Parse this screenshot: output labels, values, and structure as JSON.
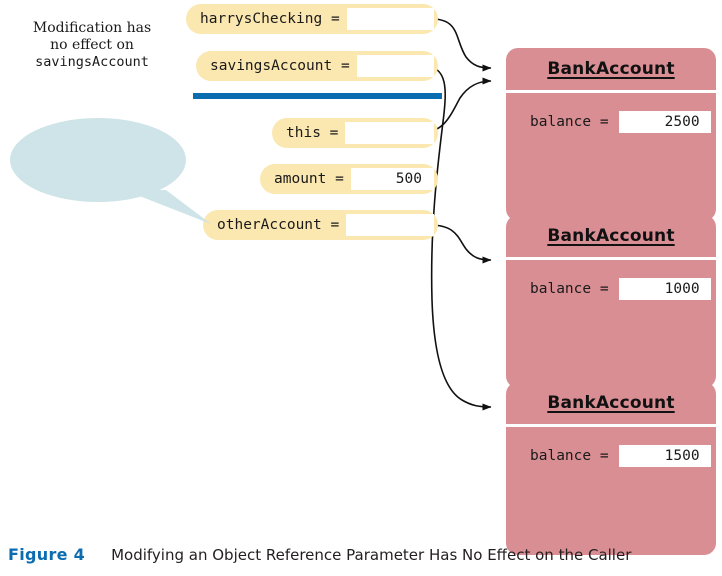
{
  "figure": {
    "caption_number": "Figure 4",
    "caption_title": "Modifying an Object Reference Parameter Has No Effect on the Caller",
    "accent_blue": "#0c6cb0",
    "pill_yellow": "#fbe7b0",
    "object_pink": "#d98e94",
    "callout_blue": "#cfe4e8"
  },
  "callout": {
    "line1": "Modification has",
    "line2": "no effect on",
    "line3": "savingsAccount"
  },
  "variables": [
    {
      "name": "harrysChecking",
      "label": "harrysChecking =",
      "value": ""
    },
    {
      "name": "savingsAccount",
      "label": "savingsAccount =",
      "value": ""
    },
    {
      "name": "this",
      "label": "this =",
      "value": ""
    },
    {
      "name": "amount",
      "label": "amount =",
      "value": "500"
    },
    {
      "name": "otherAccount",
      "label": "otherAccount =",
      "value": ""
    }
  ],
  "objects": [
    {
      "title": "BankAccount",
      "field_label": "balance =",
      "field_value": "2500"
    },
    {
      "title": "BankAccount",
      "field_label": "balance =",
      "field_value": "1000"
    },
    {
      "title": "BankAccount",
      "field_label": "balance =",
      "field_value": "1500"
    }
  ]
}
